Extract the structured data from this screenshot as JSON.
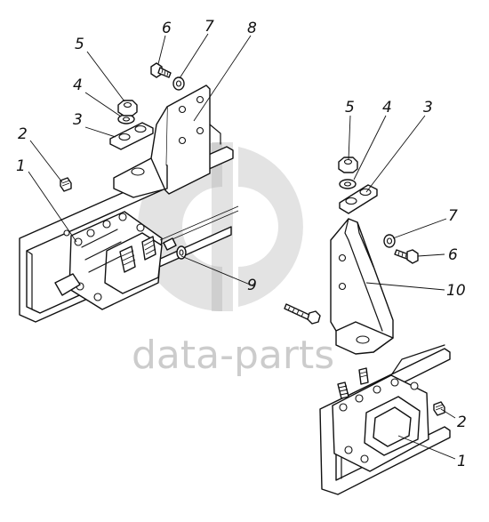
{
  "callouts": [
    {
      "id": "c1-left",
      "text": "1"
    },
    {
      "id": "c2-left",
      "text": "2"
    },
    {
      "id": "c3-left",
      "text": "3"
    },
    {
      "id": "c4-left",
      "text": "4"
    },
    {
      "id": "c5-left",
      "text": "5"
    },
    {
      "id": "c6-left",
      "text": "6"
    },
    {
      "id": "c7-left",
      "text": "7"
    },
    {
      "id": "c8",
      "text": "8"
    },
    {
      "id": "c9",
      "text": "9"
    },
    {
      "id": "c5-right",
      "text": "5"
    },
    {
      "id": "c4-right",
      "text": "4"
    },
    {
      "id": "c3-right",
      "text": "3"
    },
    {
      "id": "c7-right",
      "text": "7"
    },
    {
      "id": "c6-right",
      "text": "6"
    },
    {
      "id": "c10",
      "text": "10"
    },
    {
      "id": "c2-right",
      "text": "2"
    },
    {
      "id": "c1-right",
      "text": "1"
    }
  ],
  "watermark": {
    "text": "data-parts",
    "color": "#9a9a9a"
  },
  "colors": {
    "line": "#111111",
    "background": "#ffffff"
  }
}
